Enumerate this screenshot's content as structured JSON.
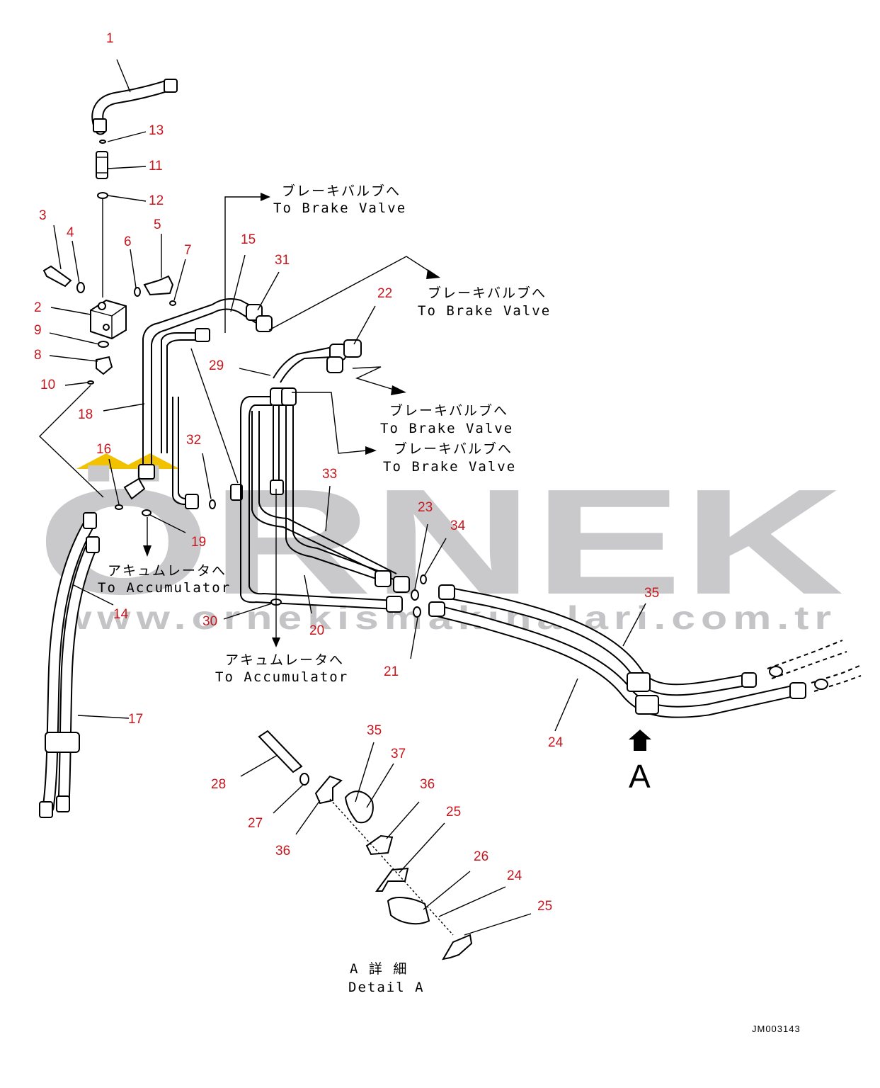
{
  "callouts": [
    {
      "n": "1"
    },
    {
      "n": "13"
    },
    {
      "n": "11"
    },
    {
      "n": "12"
    },
    {
      "n": "3"
    },
    {
      "n": "4"
    },
    {
      "n": "6"
    },
    {
      "n": "5"
    },
    {
      "n": "7"
    },
    {
      "n": "15"
    },
    {
      "n": "31"
    },
    {
      "n": "2"
    },
    {
      "n": "9"
    },
    {
      "n": "8"
    },
    {
      "n": "10"
    },
    {
      "n": "22"
    },
    {
      "n": "29"
    },
    {
      "n": "18"
    },
    {
      "n": "16"
    },
    {
      "n": "32"
    },
    {
      "n": "33"
    },
    {
      "n": "23"
    },
    {
      "n": "34"
    },
    {
      "n": "19"
    },
    {
      "n": "14"
    },
    {
      "n": "35"
    },
    {
      "n": "30"
    },
    {
      "n": "20"
    },
    {
      "n": "21"
    },
    {
      "n": "17"
    },
    {
      "n": "24"
    },
    {
      "n": "28"
    },
    {
      "n": "35"
    },
    {
      "n": "37"
    },
    {
      "n": "36"
    },
    {
      "n": "25"
    },
    {
      "n": "27"
    },
    {
      "n": "36"
    },
    {
      "n": "26"
    },
    {
      "n": "24"
    },
    {
      "n": "25"
    }
  ],
  "labels": {
    "brake_jp": "ブレーキバルブへ",
    "brake_en": "To Brake Valve",
    "accum_jp": "アキュムレータへ",
    "accum_en": "To Accumulator",
    "detail_jp": "A 詳 細",
    "detail_en": "Detail A",
    "view_letter": "A",
    "drawing_code": "JM003143"
  },
  "watermark": {
    "brand": "ÖRNEK",
    "url": "www.ornekismakinalari.com.tr"
  },
  "colors": {
    "callout": "#c8161d",
    "watermark": "#c9c9cc",
    "watermark_accent": "#f2c200",
    "line": "#000000"
  }
}
